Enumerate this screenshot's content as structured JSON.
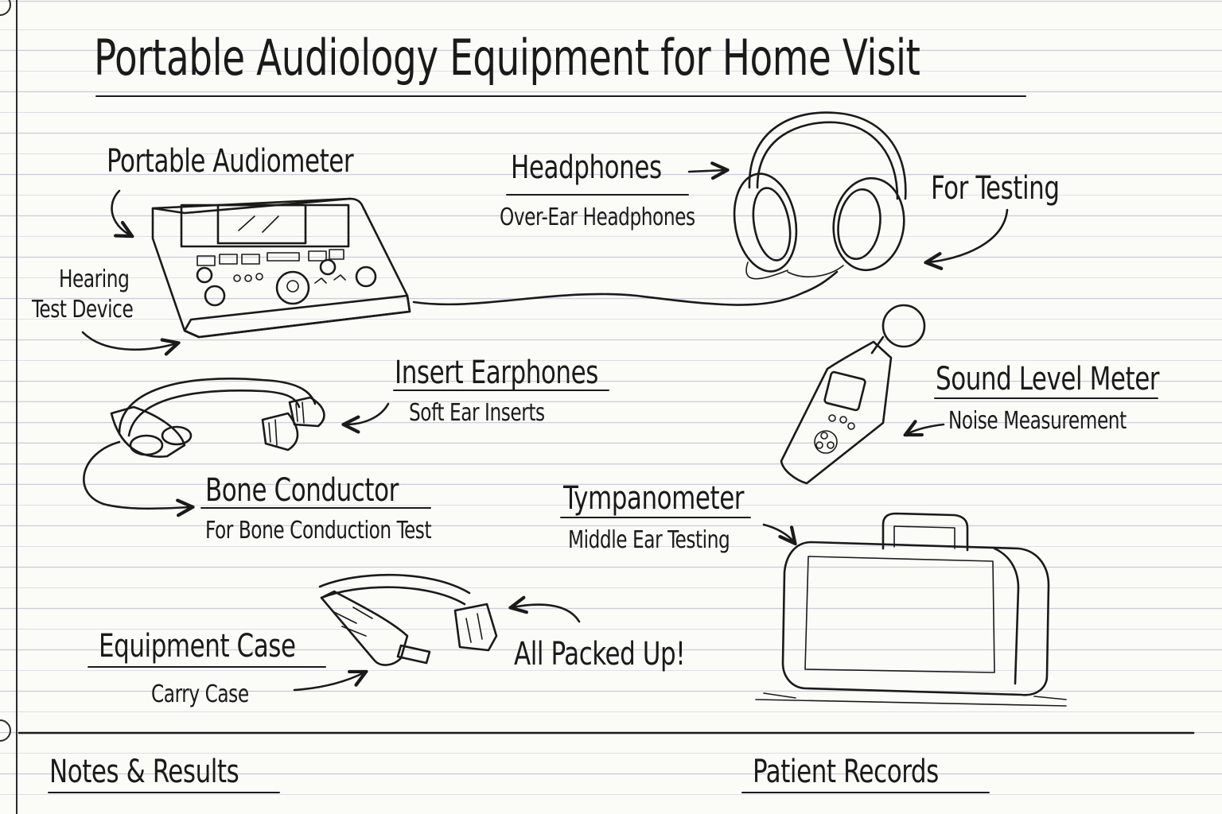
{
  "title": "Portable Audiology Equipment for Home Visit",
  "items": {
    "audiometer": {
      "label": "Portable Audiometer",
      "note_line1": "Hearing",
      "note_line2": "Test Device"
    },
    "headphones": {
      "label": "Headphones",
      "sublabel": "Over-Ear Headphones",
      "note": "For Testing"
    },
    "insert_earphones": {
      "label": "Insert Earphones",
      "sublabel": "Soft Ear Inserts"
    },
    "sound_level_meter": {
      "label": "Sound Level Meter",
      "sublabel": "Noise Measurement"
    },
    "bone_conductor": {
      "label": "Bone Conductor",
      "sublabel": "For Bone Conduction Test"
    },
    "tympanometer": {
      "label": "Tympanometer",
      "sublabel": "Middle Ear Testing"
    },
    "equipment_case": {
      "label": "Equipment Case",
      "sublabel": "Carry Case",
      "note": "All Packed Up!"
    }
  },
  "footer": {
    "left": "Notes & Results",
    "right": "Patient Records"
  },
  "colors": {
    "paper": "#fbfbf8",
    "ink": "#1a1a1a",
    "ruled_line": "#c9ccd6"
  }
}
